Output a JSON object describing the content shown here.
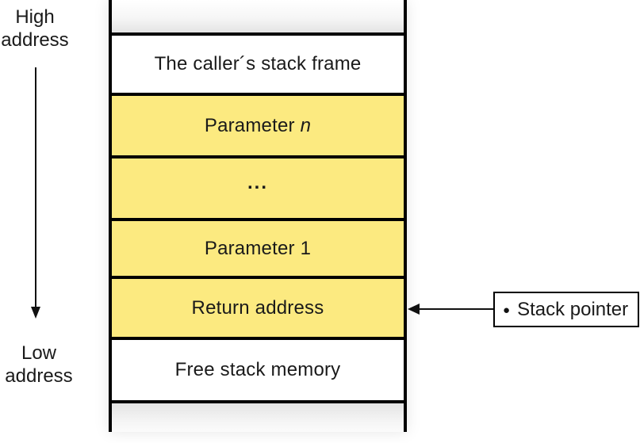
{
  "figure": {
    "high_address_label": {
      "line1": "High",
      "line2": "address"
    },
    "low_address_label": {
      "line1": "Low",
      "line2": "address"
    },
    "stack": {
      "rows": [
        {
          "label": "The caller´s stack frame",
          "fill": "white"
        },
        {
          "label": "Parameter ",
          "label_italic": "n",
          "fill": "yellow"
        },
        {
          "label": "...",
          "fill": "yellow"
        },
        {
          "label": "Parameter 1",
          "fill": "yellow"
        },
        {
          "label": "Return address",
          "fill": "yellow"
        },
        {
          "label": "Free stack memory",
          "fill": "white"
        }
      ]
    },
    "stack_pointer": {
      "bullet_icon": "●",
      "label": "Stack pointer"
    },
    "colors": {
      "highlight_fill": "#FCEA80",
      "frame_fill": "#FFFFFF",
      "line": "#000000"
    }
  }
}
